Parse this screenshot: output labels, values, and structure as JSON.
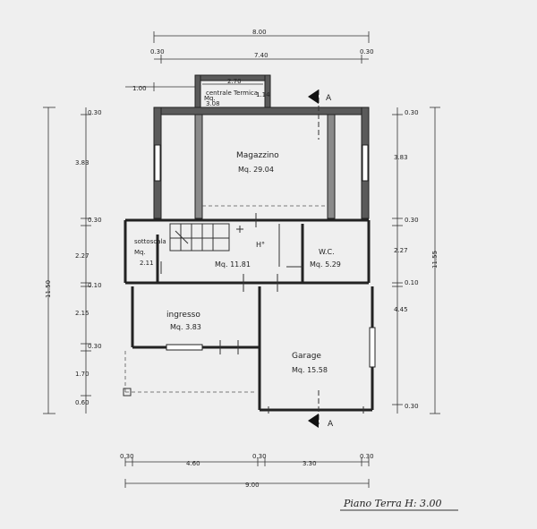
{
  "title": "Piano Terra H: 3.00",
  "section_marker": "A",
  "dimensions": {
    "top_overall": "8.00",
    "top_inner": "7.40",
    "top_left_offset": "0.30",
    "top_right_offset": "0.30",
    "centrale_offset": "1.00",
    "centrale_width": "2.70",
    "centrale_height": "1.14",
    "left_total": "11.50",
    "left_segments": [
      "0.30",
      "3.83",
      "0.30",
      "2.27",
      "0.10",
      "2.15",
      "0.30",
      "1.70",
      "0.60"
    ],
    "right_total": "11.55",
    "right_segments": [
      "0.30",
      "3.83",
      "0.30",
      "2.27",
      "0.10",
      "4.45",
      "0.30"
    ],
    "bottom_overall": "9.00",
    "bottom_segments": [
      "0.30",
      "4.60",
      "0.30",
      "3.30",
      "0.30"
    ]
  },
  "rooms": {
    "centrale": {
      "name": "centrale Termica",
      "area_label": "Mq.",
      "area": "3.08"
    },
    "magazzino": {
      "name": "Magazzino",
      "area": "Mq. 29.04"
    },
    "sottoscala": {
      "name": "sottoscala",
      "area_label": "Mq.",
      "area": "2.11"
    },
    "disimpegno": {
      "name": "H°",
      "area": "Mq. 11.81"
    },
    "wc": {
      "name": "W.C.",
      "area": "Mq. 5.29"
    },
    "ingresso": {
      "name": "ingresso",
      "area": "Mq. 3.83"
    },
    "garage": {
      "name": "Garage",
      "area": "Mq. 15.58"
    }
  }
}
